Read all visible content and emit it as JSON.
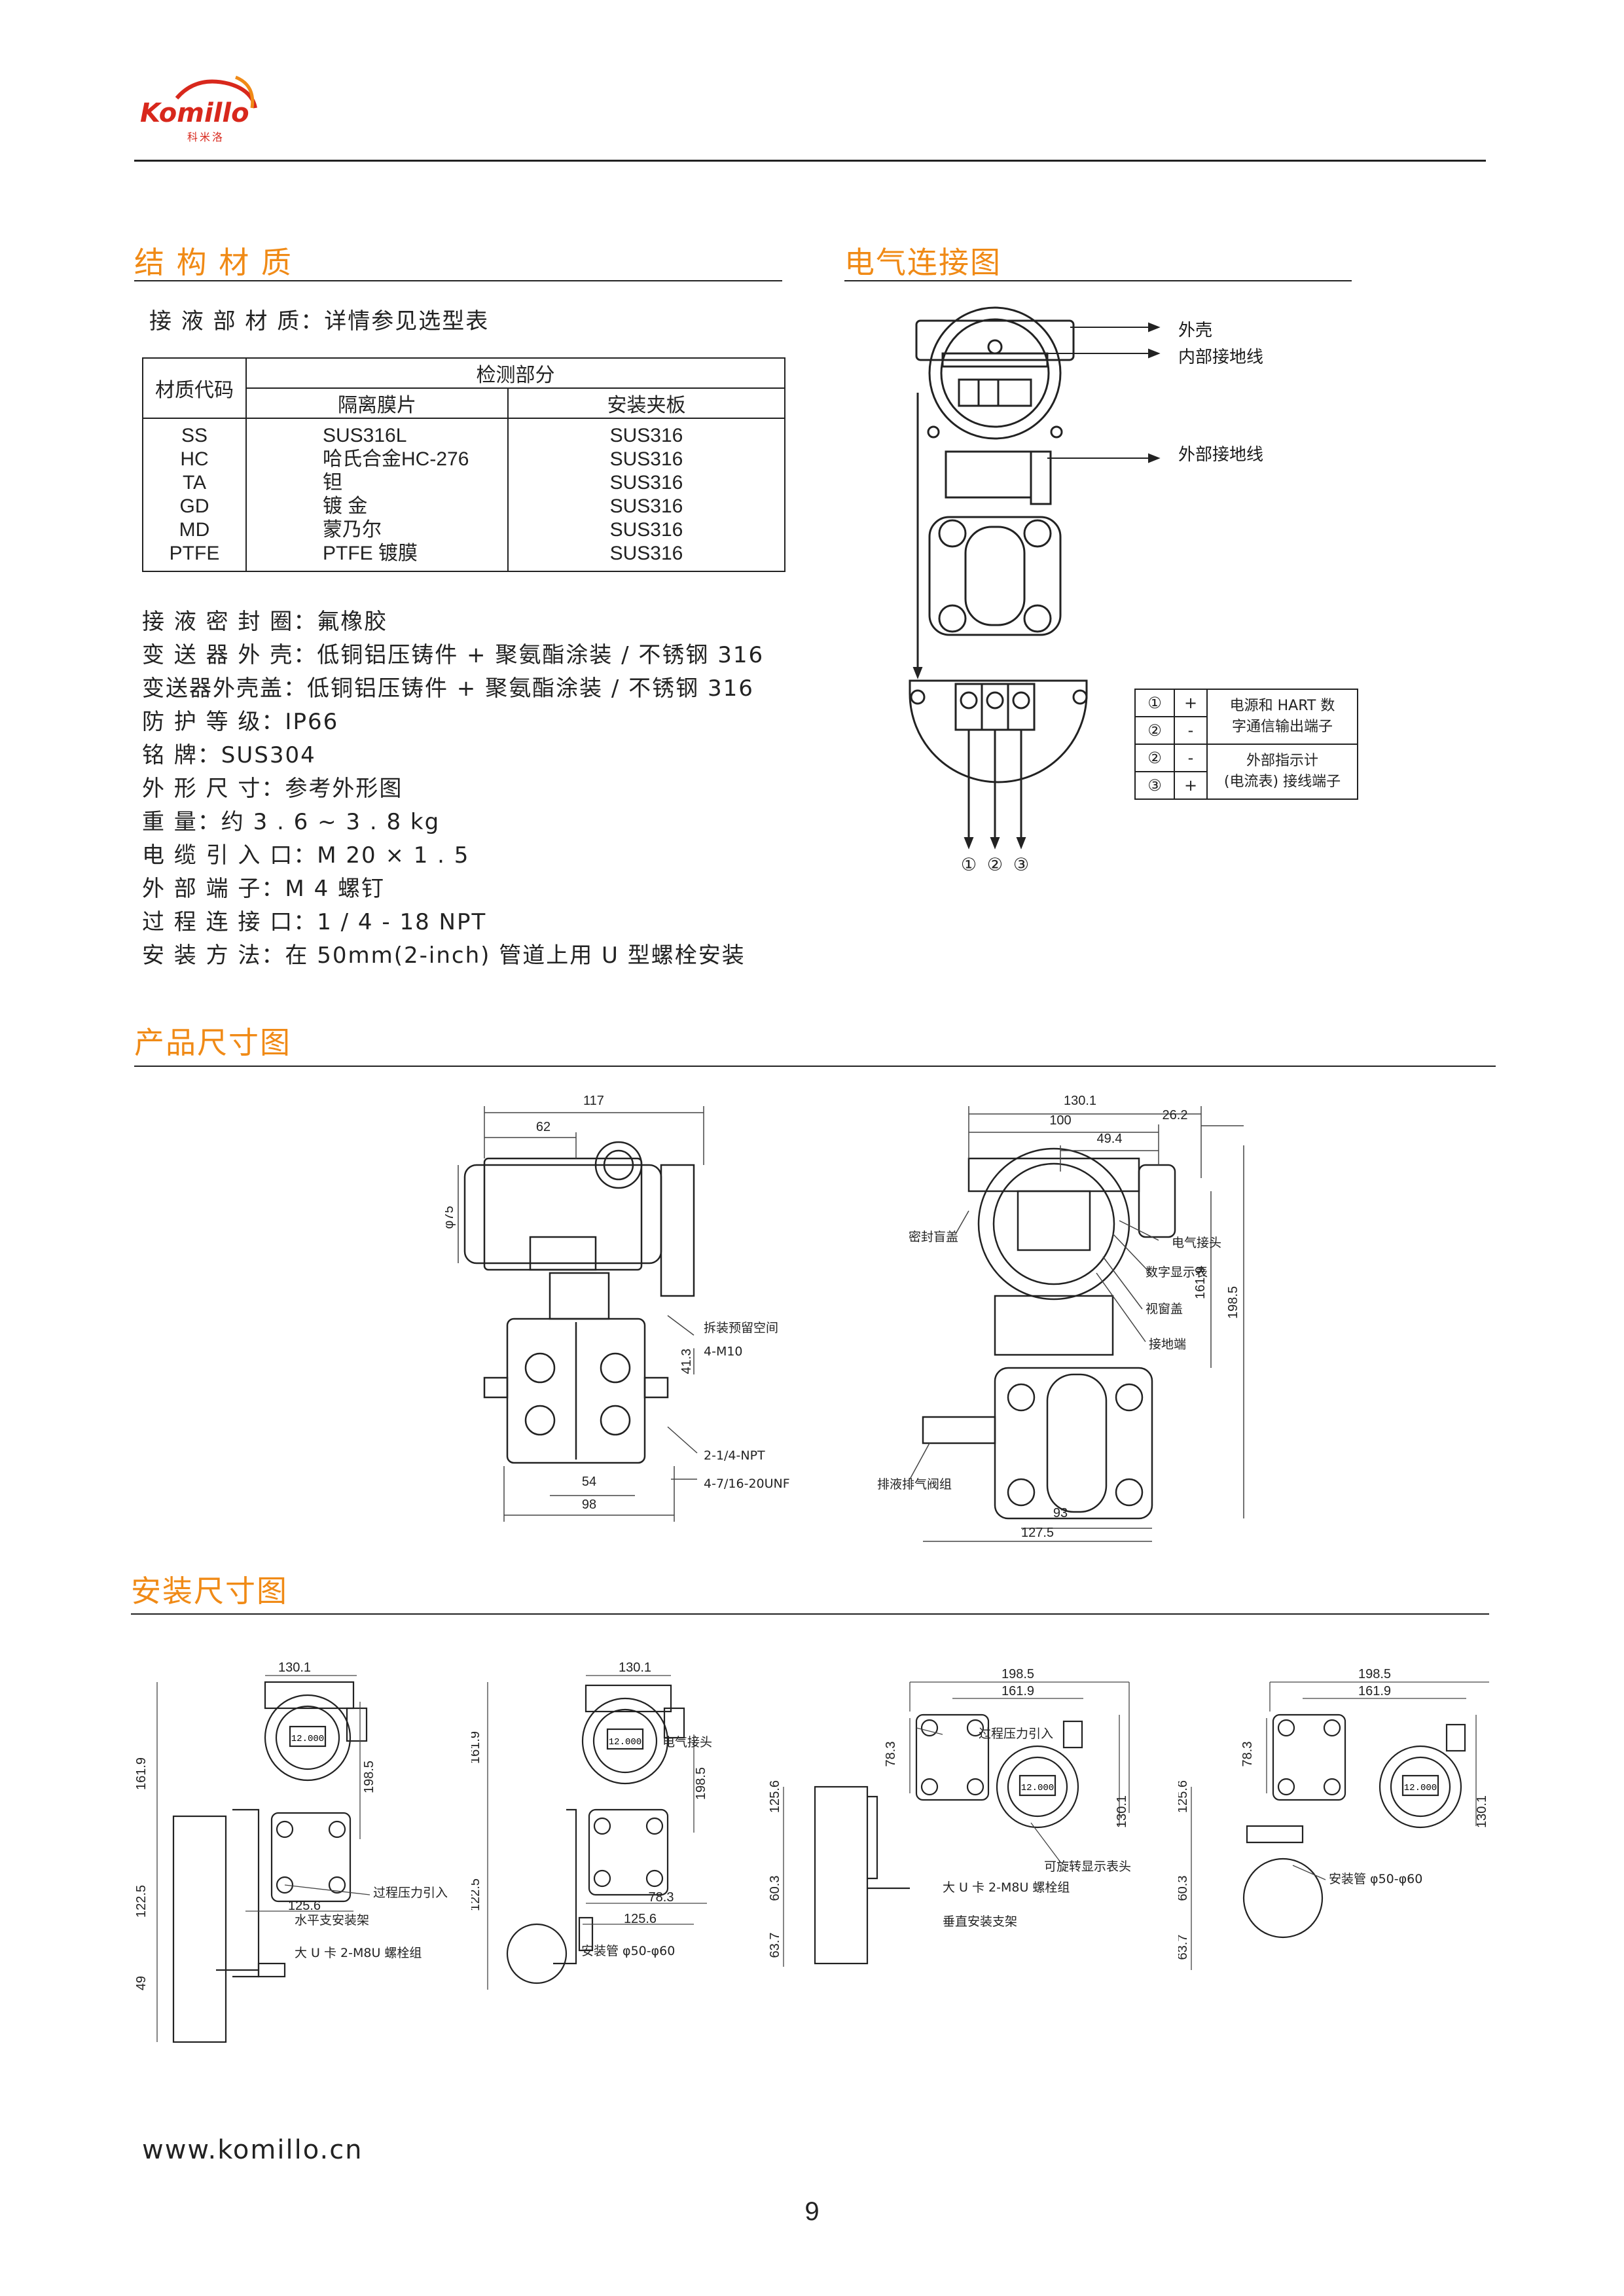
{
  "brand": {
    "logo_text": "Komillo",
    "logo_sub": "科米洛"
  },
  "structure": {
    "title": "结 构 材 质",
    "wetted_material": "接 液 部 材 质：详情参见选型表",
    "table": {
      "col_code": "材质代码",
      "col_detect": "检测部分",
      "col_diaphragm": "隔离膜片",
      "col_flange": "安装夹板",
      "codes": [
        "SS",
        "HC",
        "TA",
        "GD",
        "MD",
        "PTFE"
      ],
      "diaphragms": [
        "SUS316L",
        "哈氏合金HC-276",
        "钽",
        "镀  金",
        "蒙乃尔",
        "PTFE  镀膜"
      ],
      "flanges": [
        "SUS316",
        "SUS316",
        "SUS316",
        "SUS316",
        "SUS316",
        "SUS316"
      ]
    },
    "specs": [
      "接 液 密 封 圈：氟橡胶",
      "变 送 器 外 壳：低铜铝压铸件 + 聚氨酯涂装 / 不锈钢 316",
      "变送器外壳盖：低铜铝压铸件 + 聚氨酯涂装 / 不锈钢 316",
      "防 护 等 级：IP66",
      "铭            牌：SUS304",
      "外 形 尺 寸：参考外形图",
      "重            量：约 3 . 6 ~ 3 . 8 kg",
      "电 缆 引 入 口：M 20 × 1 . 5",
      "外 部 端 子：M 4 螺钉",
      "过 程 连 接 口：1 / 4 - 18 NPT",
      "安 装 方 法：在 50mm(2-inch) 管道上用 U 型螺栓安装"
    ]
  },
  "electrical": {
    "title": "电气连接图",
    "label_housing": "外壳",
    "label_internal_ground": "内部接地线",
    "label_external_ground": "外部接地线",
    "terminals": [
      "①",
      "②",
      "③"
    ],
    "terminal_table": [
      {
        "num": "①",
        "sign": "+",
        "desc": "电源和 HART 数"
      },
      {
        "num": "②",
        "sign": "-",
        "desc": "字通信输出端子"
      },
      {
        "num": "②",
        "sign": "-",
        "desc": "外部指示计"
      },
      {
        "num": "③",
        "sign": "+",
        "desc": "(电流表) 接线端子"
      }
    ]
  },
  "product_dims": {
    "title": "产品尺寸图",
    "left": {
      "d117": "117",
      "d62": "62",
      "d75": "φ75",
      "note_space": "拆装预留空间",
      "note_m10": "4-M10",
      "d41": "41.3",
      "note_npt": "2-1/4-NPT",
      "note_unf": "4-7/16-20UNF",
      "d54": "54",
      "d98": "98"
    },
    "right": {
      "d130": "130.1",
      "d100": "100",
      "d49": "49.4",
      "d26": "26.2",
      "d161": "161.9",
      "d198": "198.5",
      "d93": "93",
      "d127": "127.5",
      "note_seal": "密封盲盖",
      "note_elec": "电气接头",
      "note_display": "数字显示表",
      "note_window": "视窗盖",
      "note_ground": "接地端",
      "note_vent": "排液排气阀组"
    }
  },
  "install_dims": {
    "title": "安装尺寸图",
    "fig1": {
      "d130": "130.1",
      "d161": "161.9",
      "d198": "198.5",
      "d125": "125.6",
      "d122": "122.5",
      "d49": "49",
      "note_pressure": "过程压力引入",
      "note_bracket": "水平支安装架",
      "note_ubolt": "大 U 卡 2-M8U 螺栓组"
    },
    "fig2": {
      "d130": "130.1",
      "d161": "161.9",
      "d198": "198.5",
      "d78": "78.3",
      "d125": "125.6",
      "d122": "122.5",
      "note_elec": "电气接头",
      "note_pipe": "安装管 φ50-φ60"
    },
    "fig3": {
      "d198": "198.5",
      "d161": "161.9",
      "d78": "78.3",
      "d130": "130.1",
      "d125": "125.6",
      "d60": "60.3",
      "d63": "63.7",
      "note_pressure": "过程压力引入",
      "note_rotate": "可旋转显示表头",
      "note_ubolt": "大 U 卡 2-M8U 螺栓组",
      "note_bracket": "垂直安装支架"
    },
    "fig4": {
      "d198": "198.5",
      "d161": "161.9",
      "d78": "78.3",
      "d130": "130.1",
      "d125": "125.6",
      "d60": "60.3",
      "d63": "63.7",
      "note_pipe": "安装管 φ50-φ60"
    },
    "lcd": "12.000"
  },
  "footer": {
    "url": "www.komillo.cn",
    "page": "9"
  },
  "colors": {
    "accent": "#f08a16",
    "logo_red": "#d8281c"
  }
}
